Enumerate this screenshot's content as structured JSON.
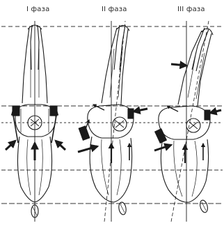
{
  "phases": [
    {
      "label": "I фаза"
    },
    {
      "label": "II фаза"
    },
    {
      "label": "III фаза"
    }
  ],
  "colors": {
    "ink": "#1a1a1a",
    "paper": "#ffffff",
    "shade": "#7a7a7a"
  }
}
